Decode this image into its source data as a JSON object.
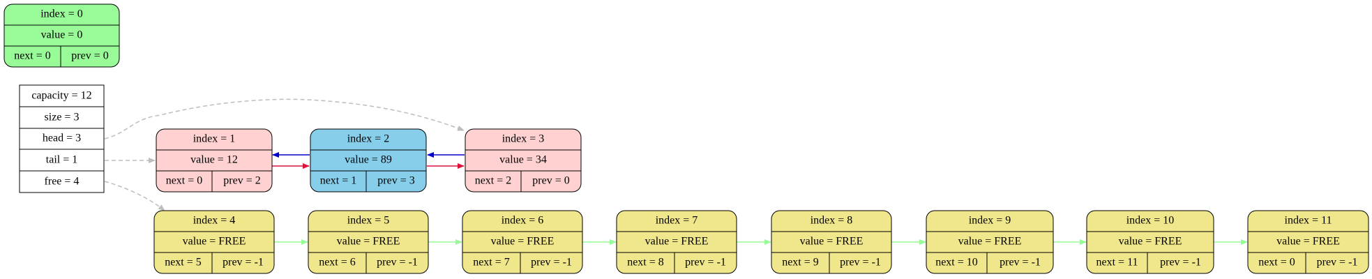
{
  "colors": {
    "sentinel": "#98FB98",
    "used": "#FFD1D1",
    "head_node": "#87CEEB",
    "free": "#F0E68C",
    "stroke": "#000000",
    "info_edge": "#BDBDBD",
    "next_edge": "#DC143C",
    "prev_edge": "#0000CD",
    "free_edge": "#98FB98"
  },
  "sentinel": {
    "index": "index = 0",
    "value": "value = 0",
    "next": "next = 0",
    "prev": "prev = 0"
  },
  "info": {
    "capacity": "capacity = 12",
    "size": "size = 3",
    "head": "head = 3",
    "tail": "tail = 1",
    "free": "free = 4"
  },
  "used_nodes": [
    {
      "index": "index = 1",
      "value": "value = 12",
      "next": "next = 0",
      "prev": "prev = 2"
    },
    {
      "index": "index = 2",
      "value": "value = 89",
      "next": "next = 1",
      "prev": "prev = 3"
    },
    {
      "index": "index = 3",
      "value": "value = 34",
      "next": "next = 2",
      "prev": "prev = 0"
    }
  ],
  "free_nodes": [
    {
      "index": "index = 4",
      "value": "value = FREE",
      "next": "next = 5",
      "prev": "prev = -1"
    },
    {
      "index": "index = 5",
      "value": "value = FREE",
      "next": "next = 6",
      "prev": "prev = -1"
    },
    {
      "index": "index = 6",
      "value": "value = FREE",
      "next": "next = 7",
      "prev": "prev = -1"
    },
    {
      "index": "index = 7",
      "value": "value = FREE",
      "next": "next = 8",
      "prev": "prev = -1"
    },
    {
      "index": "index = 8",
      "value": "value = FREE",
      "next": "next = 9",
      "prev": "prev = -1"
    },
    {
      "index": "index = 9",
      "value": "value = FREE",
      "next": "next = 10",
      "prev": "prev = -1"
    },
    {
      "index": "index = 10",
      "value": "value = FREE",
      "next": "next = 11",
      "prev": "prev = -1"
    },
    {
      "index": "index = 11",
      "value": "value = FREE",
      "next": "next = 0",
      "prev": "prev = -1"
    }
  ]
}
